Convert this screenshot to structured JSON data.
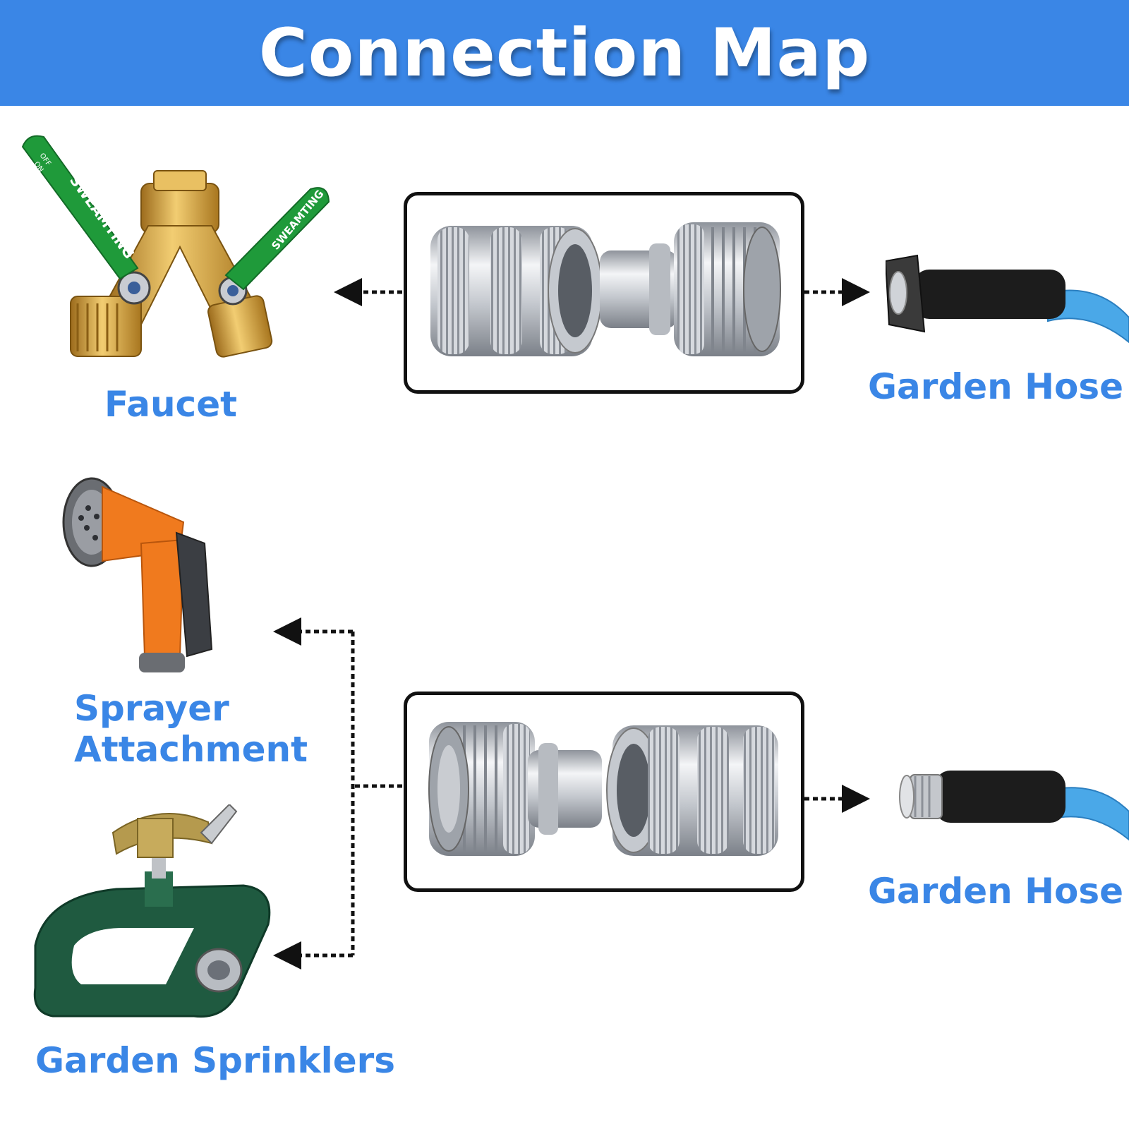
{
  "title": "Connection Map",
  "labels": {
    "faucet": "Faucet",
    "garden_hose_top": "Garden Hose",
    "sprayer_line1": "Sprayer",
    "sprayer_line2": "Attachment",
    "garden_hose_bottom": "Garden Hose",
    "sprinklers": "Garden Sprinklers"
  },
  "brand": "SWEAMTING",
  "valve_marks": [
    "OFF",
    "ON"
  ],
  "colors": {
    "header": "#3a86e6",
    "label": "#3a86e6",
    "connector": "#111111",
    "valve_handle": "#1f9a3a",
    "brass": "#d4a341",
    "hose": "#4aa8e8",
    "sprayer": "#f07a1e",
    "sprinkler_base": "#1f5a40"
  }
}
